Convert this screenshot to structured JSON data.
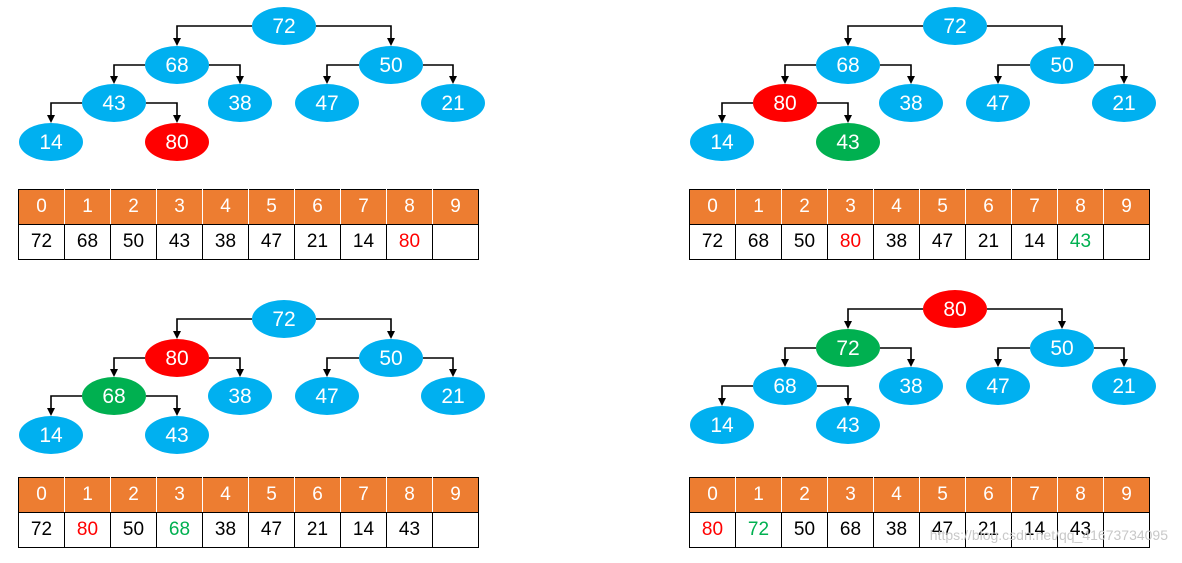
{
  "colors": {
    "node_default": "#00b0f0",
    "node_red": "#ff0000",
    "node_green": "#00b050",
    "header_bg": "#ed7d31",
    "text_red": "#ff0000",
    "text_green": "#00b050",
    "text_default": "#000000"
  },
  "panels": [
    {
      "id": "panel-1",
      "nodes": [
        {
          "label": "72",
          "color": "default"
        },
        {
          "label": "68",
          "color": "default"
        },
        {
          "label": "50",
          "color": "default"
        },
        {
          "label": "43",
          "color": "default"
        },
        {
          "label": "38",
          "color": "default"
        },
        {
          "label": "47",
          "color": "default"
        },
        {
          "label": "21",
          "color": "default"
        },
        {
          "label": "14",
          "color": "default"
        },
        {
          "label": "80",
          "color": "red"
        }
      ],
      "indices": [
        "0",
        "1",
        "2",
        "3",
        "4",
        "5",
        "6",
        "7",
        "8",
        "9"
      ],
      "values": [
        {
          "v": "72",
          "c": "default"
        },
        {
          "v": "68",
          "c": "default"
        },
        {
          "v": "50",
          "c": "default"
        },
        {
          "v": "43",
          "c": "default"
        },
        {
          "v": "38",
          "c": "default"
        },
        {
          "v": "47",
          "c": "default"
        },
        {
          "v": "21",
          "c": "default"
        },
        {
          "v": "14",
          "c": "default"
        },
        {
          "v": "80",
          "c": "red"
        },
        {
          "v": "",
          "c": "default"
        }
      ]
    },
    {
      "id": "panel-2",
      "nodes": [
        {
          "label": "72",
          "color": "default"
        },
        {
          "label": "68",
          "color": "default"
        },
        {
          "label": "50",
          "color": "default"
        },
        {
          "label": "80",
          "color": "red"
        },
        {
          "label": "38",
          "color": "default"
        },
        {
          "label": "47",
          "color": "default"
        },
        {
          "label": "21",
          "color": "default"
        },
        {
          "label": "14",
          "color": "default"
        },
        {
          "label": "43",
          "color": "green"
        }
      ],
      "indices": [
        "0",
        "1",
        "2",
        "3",
        "4",
        "5",
        "6",
        "7",
        "8",
        "9"
      ],
      "values": [
        {
          "v": "72",
          "c": "default"
        },
        {
          "v": "68",
          "c": "default"
        },
        {
          "v": "50",
          "c": "default"
        },
        {
          "v": "80",
          "c": "red"
        },
        {
          "v": "38",
          "c": "default"
        },
        {
          "v": "47",
          "c": "default"
        },
        {
          "v": "21",
          "c": "default"
        },
        {
          "v": "14",
          "c": "default"
        },
        {
          "v": "43",
          "c": "green"
        },
        {
          "v": "",
          "c": "default"
        }
      ]
    },
    {
      "id": "panel-3",
      "nodes": [
        {
          "label": "72",
          "color": "default"
        },
        {
          "label": "80",
          "color": "red"
        },
        {
          "label": "50",
          "color": "default"
        },
        {
          "label": "68",
          "color": "green"
        },
        {
          "label": "38",
          "color": "default"
        },
        {
          "label": "47",
          "color": "default"
        },
        {
          "label": "21",
          "color": "default"
        },
        {
          "label": "14",
          "color": "default"
        },
        {
          "label": "43",
          "color": "default"
        }
      ],
      "indices": [
        "0",
        "1",
        "2",
        "3",
        "4",
        "5",
        "6",
        "7",
        "8",
        "9"
      ],
      "values": [
        {
          "v": "72",
          "c": "default"
        },
        {
          "v": "80",
          "c": "red"
        },
        {
          "v": "50",
          "c": "default"
        },
        {
          "v": "68",
          "c": "green"
        },
        {
          "v": "38",
          "c": "default"
        },
        {
          "v": "47",
          "c": "default"
        },
        {
          "v": "21",
          "c": "default"
        },
        {
          "v": "14",
          "c": "default"
        },
        {
          "v": "43",
          "c": "default"
        },
        {
          "v": "",
          "c": "default"
        }
      ]
    },
    {
      "id": "panel-4",
      "nodes": [
        {
          "label": "80",
          "color": "red"
        },
        {
          "label": "72",
          "color": "green"
        },
        {
          "label": "50",
          "color": "default"
        },
        {
          "label": "68",
          "color": "default"
        },
        {
          "label": "38",
          "color": "default"
        },
        {
          "label": "47",
          "color": "default"
        },
        {
          "label": "21",
          "color": "default"
        },
        {
          "label": "14",
          "color": "default"
        },
        {
          "label": "43",
          "color": "default"
        }
      ],
      "indices": [
        "0",
        "1",
        "2",
        "3",
        "4",
        "5",
        "6",
        "7",
        "8",
        "9"
      ],
      "values": [
        {
          "v": "80",
          "c": "red"
        },
        {
          "v": "72",
          "c": "green"
        },
        {
          "v": "50",
          "c": "default"
        },
        {
          "v": "68",
          "c": "default"
        },
        {
          "v": "38",
          "c": "default"
        },
        {
          "v": "47",
          "c": "default"
        },
        {
          "v": "21",
          "c": "default"
        },
        {
          "v": "14",
          "c": "default"
        },
        {
          "v": "43",
          "c": "default"
        },
        {
          "v": "",
          "c": "default"
        }
      ]
    }
  ],
  "watermark": "https://blog.csdn.net/qq_41673734095"
}
